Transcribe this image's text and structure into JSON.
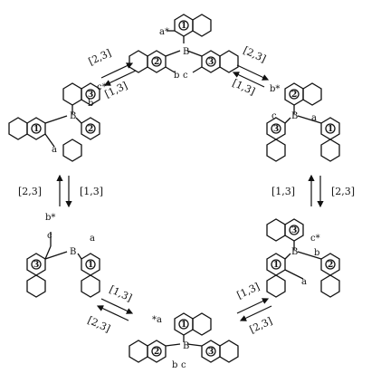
{
  "molecules": [
    {
      "id": "top",
      "ring_numbers": [
        "1",
        "2",
        "3"
      ],
      "atoms": {
        "boron": "B",
        "a": "a*",
        "b": "b",
        "c": "c"
      }
    },
    {
      "id": "upper-right",
      "ring_numbers": [
        "2",
        "3",
        "1"
      ],
      "atoms": {
        "boron": "B",
        "a": "a",
        "b": "b*",
        "c": "c"
      }
    },
    {
      "id": "lower-right",
      "ring_numbers": [
        "3",
        "1",
        "2"
      ],
      "atoms": {
        "boron": "B",
        "a": "a",
        "b": "b",
        "c": "c*"
      }
    },
    {
      "id": "bottom",
      "ring_numbers": [
        "1",
        "2",
        "3"
      ],
      "atoms": {
        "boron": "B",
        "a": "*a",
        "b": "b",
        "c": "c"
      }
    },
    {
      "id": "lower-left",
      "ring_numbers": [
        "3",
        "1"
      ],
      "atoms": {
        "boron": "B",
        "a": "a",
        "b": "b*",
        "c": "c"
      }
    },
    {
      "id": "upper-left",
      "ring_numbers": [
        "3",
        "1",
        "2"
      ],
      "atoms": {
        "boron": "B",
        "a": "a",
        "b": "b",
        "c": "c*"
      }
    }
  ],
  "rearrangements": [
    {
      "id": "top-right",
      "forward": "[2,3]",
      "reverse": "[1,3]"
    },
    {
      "id": "right",
      "forward": "[1,3]",
      "reverse": "[2,3]"
    },
    {
      "id": "bottom-right",
      "forward": "[1,3]",
      "reverse": "[2,3]"
    },
    {
      "id": "bottom-left",
      "forward": "[1,3]",
      "reverse": "[2,3]"
    },
    {
      "id": "left",
      "forward": "[2,3]",
      "reverse": "[1,3]"
    },
    {
      "id": "top-left",
      "forward": "[2,3]",
      "reverse": "[1,3]"
    }
  ]
}
